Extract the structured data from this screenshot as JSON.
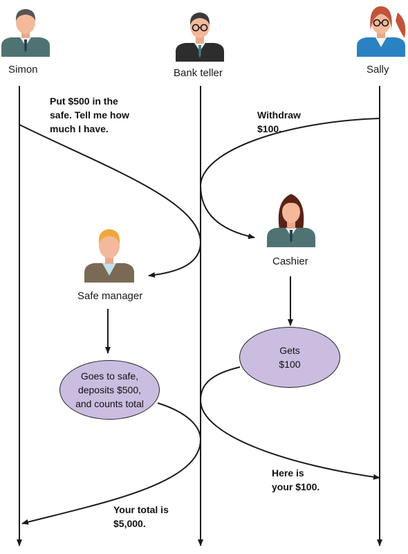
{
  "actors": {
    "simon": {
      "label": "Simon"
    },
    "bank_teller": {
      "label": "Bank teller"
    },
    "sally": {
      "label": "Sally"
    },
    "safe_manager": {
      "label": "Safe manager"
    },
    "cashier": {
      "label": "Cashier"
    }
  },
  "messages": {
    "simon_request": "Put $500 in the\nsafe. Tell me how\nmuch I have.",
    "sally_request": "Withdraw\n$100.",
    "simon_response": "Your total is\n$5,000.",
    "sally_response": "Here is\nyour $100."
  },
  "tasks": {
    "safe_task": "Goes to safe,\ndeposits $500,\nand counts total",
    "cashier_task": "Gets\n$100"
  },
  "colors": {
    "line": "#1a1a1a",
    "bubble_fill": "#cbbde0",
    "suit_teal": "#4f7372",
    "skin": "#f3b99a"
  }
}
